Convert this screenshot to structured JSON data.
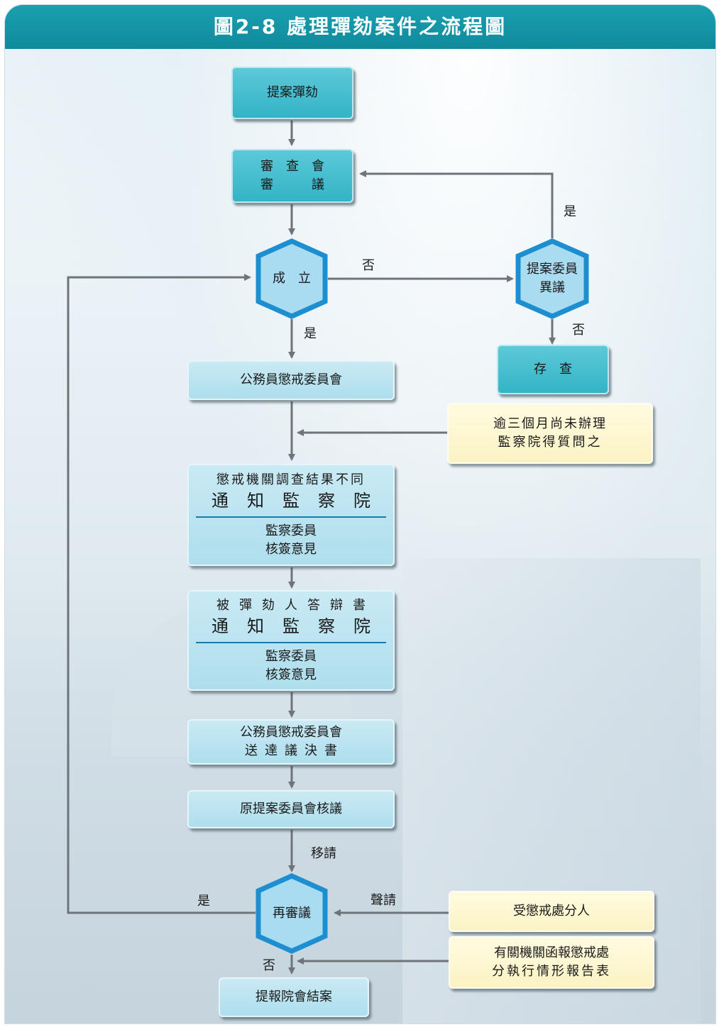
{
  "title": "圖2-8 處理彈劾案件之流程圖",
  "nodes": {
    "proposal": "提案彈劾",
    "review_line1": "審　查　會",
    "review_line2": "審　　　議",
    "established": "成　立",
    "objection": "提案委員異議",
    "file": "存　查",
    "inquiry_line1": "逾三個月尚未辦理",
    "inquiry_line2": "監察院得質問之",
    "discipline_committee": "公務員懲戒委員會",
    "box1_top": "懲戒機關調查結果不同",
    "box1_big": "通知監察院",
    "box1_sub1": "監察委員",
    "box1_sub2": "核簽意見",
    "box2_top": "被彈劾人答辯書",
    "box2_big": "通知監察院",
    "box2_sub1": "監察委員",
    "box2_sub2": "核簽意見",
    "decision_line1": "公務員懲戒委員會",
    "decision_line2": "送達議決書",
    "original_committee": "原提案委員會核議",
    "rereview": "再審議",
    "disciplined_person": "受懲戒處分人",
    "report_line1": "有關機關函報懲戒處",
    "report_line2": "分執行情形報告表",
    "close_case": "提報院會結案"
  },
  "edge_labels": {
    "no_established": "否",
    "yes_objection": "是",
    "no_objection": "否",
    "yes_established": "是",
    "transfer": "移請",
    "petition": "聲請",
    "yes_rereview": "是",
    "no_rereview": "否"
  },
  "colors": {
    "teal": "#33b4c7",
    "light_blue": "#aedeed",
    "yellow": "#fbf3c4",
    "hex_border": "#1d8fd0",
    "hex_fill": "#a9dcf1",
    "header": "#0f8a9c",
    "line": "#6e7479"
  }
}
